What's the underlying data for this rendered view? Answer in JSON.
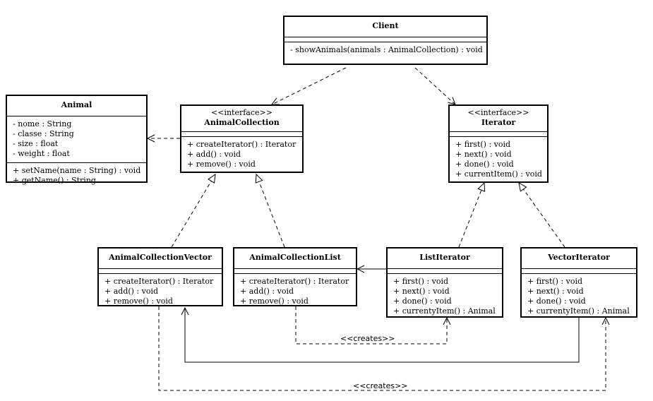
{
  "classes": {
    "client": {
      "name": "Client",
      "attributes": [],
      "methods": [
        "- showAnimals(animals : AnimalCollection) : void"
      ]
    },
    "animal": {
      "name": "Animal",
      "attributes": [
        "- nome : String",
        "- classe : String",
        "- size : float",
        "- weight : float"
      ],
      "methods": [
        "+ setName(name : String) : void",
        "+ getName() : String"
      ]
    },
    "animal_collection": {
      "stereotype": "<<interface>>",
      "name": "AnimalCollection",
      "attributes": [],
      "methods": [
        "+ createIterator() : Iterator",
        "+ add() : void",
        "+ remove() : void"
      ]
    },
    "iterator": {
      "stereotype": "<<interface>>",
      "name": "Iterator",
      "attributes": [],
      "methods": [
        "+ first() : void",
        "+ next() : void",
        "+ done() : void",
        "+ currentItem() : void"
      ]
    },
    "animal_collection_vector": {
      "name": "AnimalCollectionVector",
      "attributes": [],
      "methods": [
        "+ createIterator() : Iterator",
        "+ add() : void",
        "+ remove() : void"
      ]
    },
    "animal_collection_list": {
      "name": "AnimalCollectionList",
      "attributes": [],
      "methods": [
        "+ createIterator() : Iterator",
        "+ add() : void",
        "+ remove() : void"
      ]
    },
    "list_iterator": {
      "name": "ListIterator",
      "attributes": [],
      "methods": [
        "+ first() : void",
        "+ next() : void",
        "+ done() : void",
        "+ currentyItem() : Animal"
      ]
    },
    "vector_iterator": {
      "name": "VectorIterator",
      "attributes": [],
      "methods": [
        "+ first() : void",
        "+ next() : void",
        "+ done() : void",
        "+ currentyItem() : Animal"
      ]
    }
  },
  "relations": {
    "creates_list_label": "<<creates>>",
    "creates_vector_label": "<<creates>>"
  }
}
